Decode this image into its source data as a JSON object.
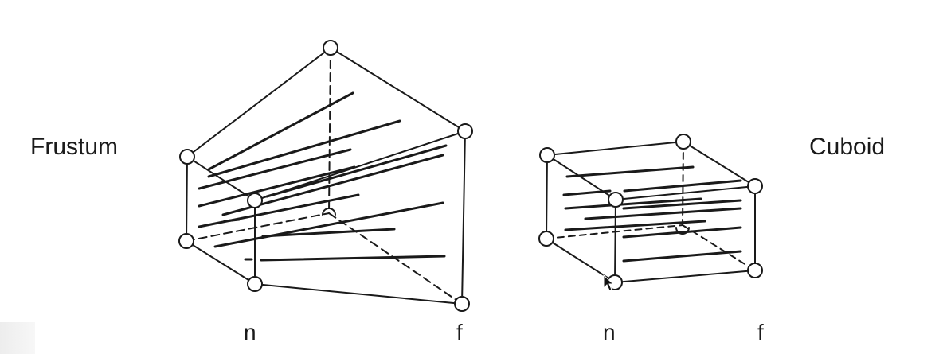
{
  "frustum": {
    "title": "Frustum",
    "near_label": "n",
    "far_label": "f"
  },
  "cuboid": {
    "title": "Cuboid",
    "near_label": "n",
    "far_label": "f"
  },
  "colors": {
    "stroke": "#1a1a1a",
    "vertex_fill": "#ffffff",
    "background": "#ffffff"
  }
}
